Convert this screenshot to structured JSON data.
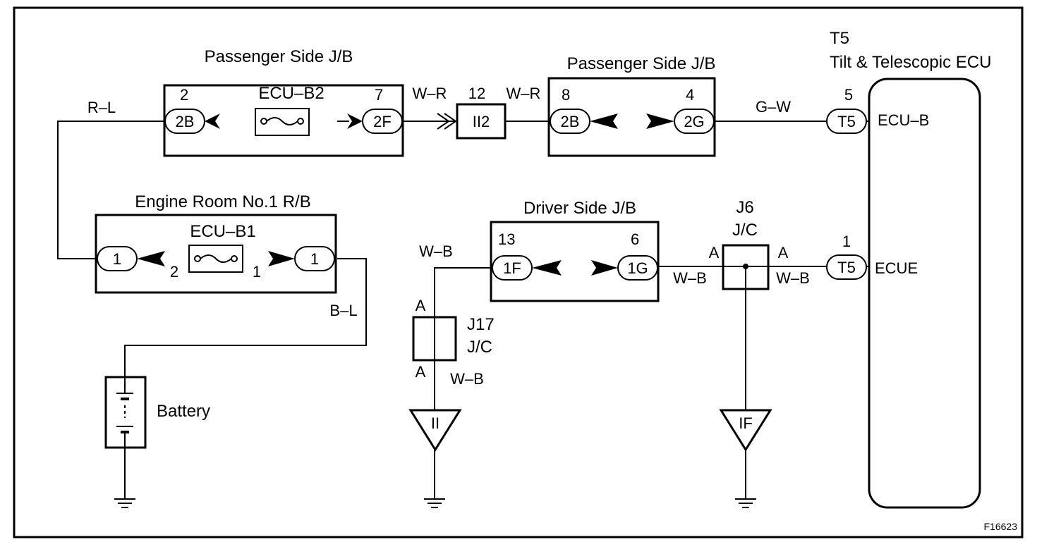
{
  "diagram": {
    "code": "F16623",
    "boxes": {
      "passenger_jb_1": "Passenger Side J/B",
      "passenger_jb_2": "Passenger Side J/B",
      "engine_room_rb": "Engine Room No.1 R/B",
      "driver_jb": "Driver Side J/B",
      "ecu_connector": "T5",
      "ecu_name": "Tilt & Telescopic ECU",
      "battery": "Battery"
    },
    "fuses": {
      "ecu_b2": "ECU–B2",
      "ecu_b1": "ECU–B1"
    },
    "pins": {
      "pj1_left_num": "2",
      "pj1_right_num": "7",
      "pj2_left_num": "8",
      "pj2_right_num": "4",
      "ecu_b_pin_num": "5",
      "ecue_pin_num": "1",
      "dj_left_num": "13",
      "dj_right_num": "6",
      "er_left_fuse_num": "2",
      "er_right_fuse_num": "1",
      "ii2_num": "12"
    },
    "connectors": {
      "pj1_left": "2B",
      "pj1_right": "2F",
      "ii2": "II2",
      "pj2_left": "2B",
      "pj2_right": "2G",
      "ecu_top": "T5",
      "ecu_bottom": "T5",
      "er_left": "1",
      "er_right": "1",
      "dj_left": "1F",
      "dj_right": "1G"
    },
    "ecu_terminals": {
      "top": "ECU–B",
      "bottom": "ECUE"
    },
    "wires": {
      "rl": "R–L",
      "wr_left": "W–R",
      "wr_right": "W–R",
      "gw": "G–W",
      "bl": "B–L",
      "wb_top": "W–B",
      "wb_j17": "W–B",
      "wb_dj_right": "W–B",
      "wb_j6_right": "W–B"
    },
    "junctions": {
      "j6_name": "J6",
      "j6_type": "J/C",
      "j6_left_pin": "A",
      "j6_right_pin": "A",
      "j17_name": "J17",
      "j17_type": "J/C",
      "j17_top_pin": "A",
      "j17_bottom_pin": "A"
    },
    "grounds": {
      "ii": "II",
      "if": "IF"
    }
  }
}
